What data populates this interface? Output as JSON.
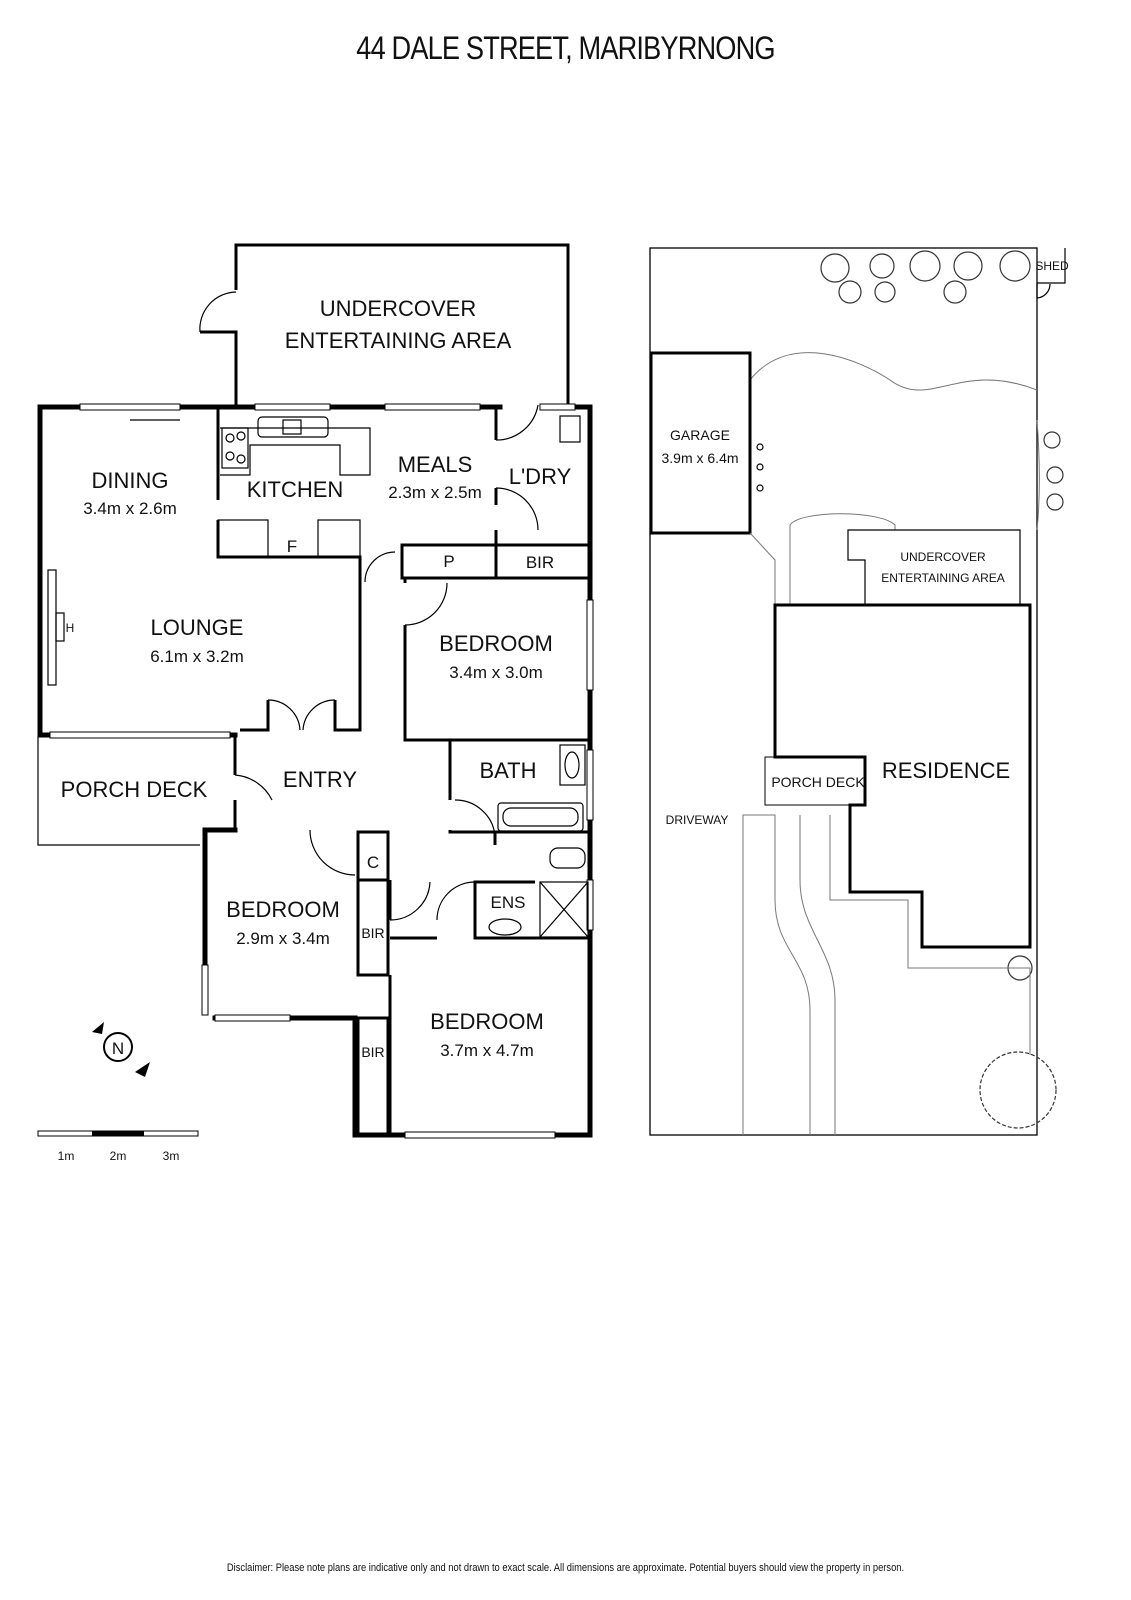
{
  "title": "44 DALE STREET, MARIBYRNONG",
  "floor_plan": {
    "rooms": {
      "undercover_1": "UNDERCOVER",
      "undercover_2": "ENTERTAINING AREA",
      "dining": "DINING",
      "dining_dim": "3.4m x 2.6m",
      "kitchen": "KITCHEN",
      "meals": "MEALS",
      "meals_dim": "2.3m x 2.5m",
      "laundry": "L'DRY",
      "fridge": "F",
      "pantry": "P",
      "bir_1": "BIR",
      "lounge": "LOUNGE",
      "lounge_dim": "6.1m x 3.2m",
      "heater": "H",
      "bedroom_1": "BEDROOM",
      "bedroom_1_dim": "3.4m x 3.0m",
      "porch_deck": "PORCH DECK",
      "entry": "ENTRY",
      "bath": "BATH",
      "cupboard": "C",
      "ens": "ENS",
      "bedroom_2": "BEDROOM",
      "bedroom_2_dim": "2.9m x 3.4m",
      "bir_2": "BIR",
      "bir_3": "BIR",
      "bedroom_3": "BEDROOM",
      "bedroom_3_dim": "3.7m x 4.7m"
    },
    "compass": "N",
    "scale": [
      "1m",
      "2m",
      "3m"
    ]
  },
  "site_plan": {
    "shed": "SHED",
    "garage": "GARAGE",
    "garage_dim": "3.9m x 6.4m",
    "undercover_1": "UNDERCOVER",
    "undercover_2": "ENTERTAINING AREA",
    "residence": "RESIDENCE",
    "porch_deck": "PORCH DECK",
    "driveway": "DRIVEWAY"
  },
  "disclaimer": "Disclaimer: Please note plans are indicative only and not drawn to exact scale. All dimensions are approximate. Potential buyers should view the property in person."
}
